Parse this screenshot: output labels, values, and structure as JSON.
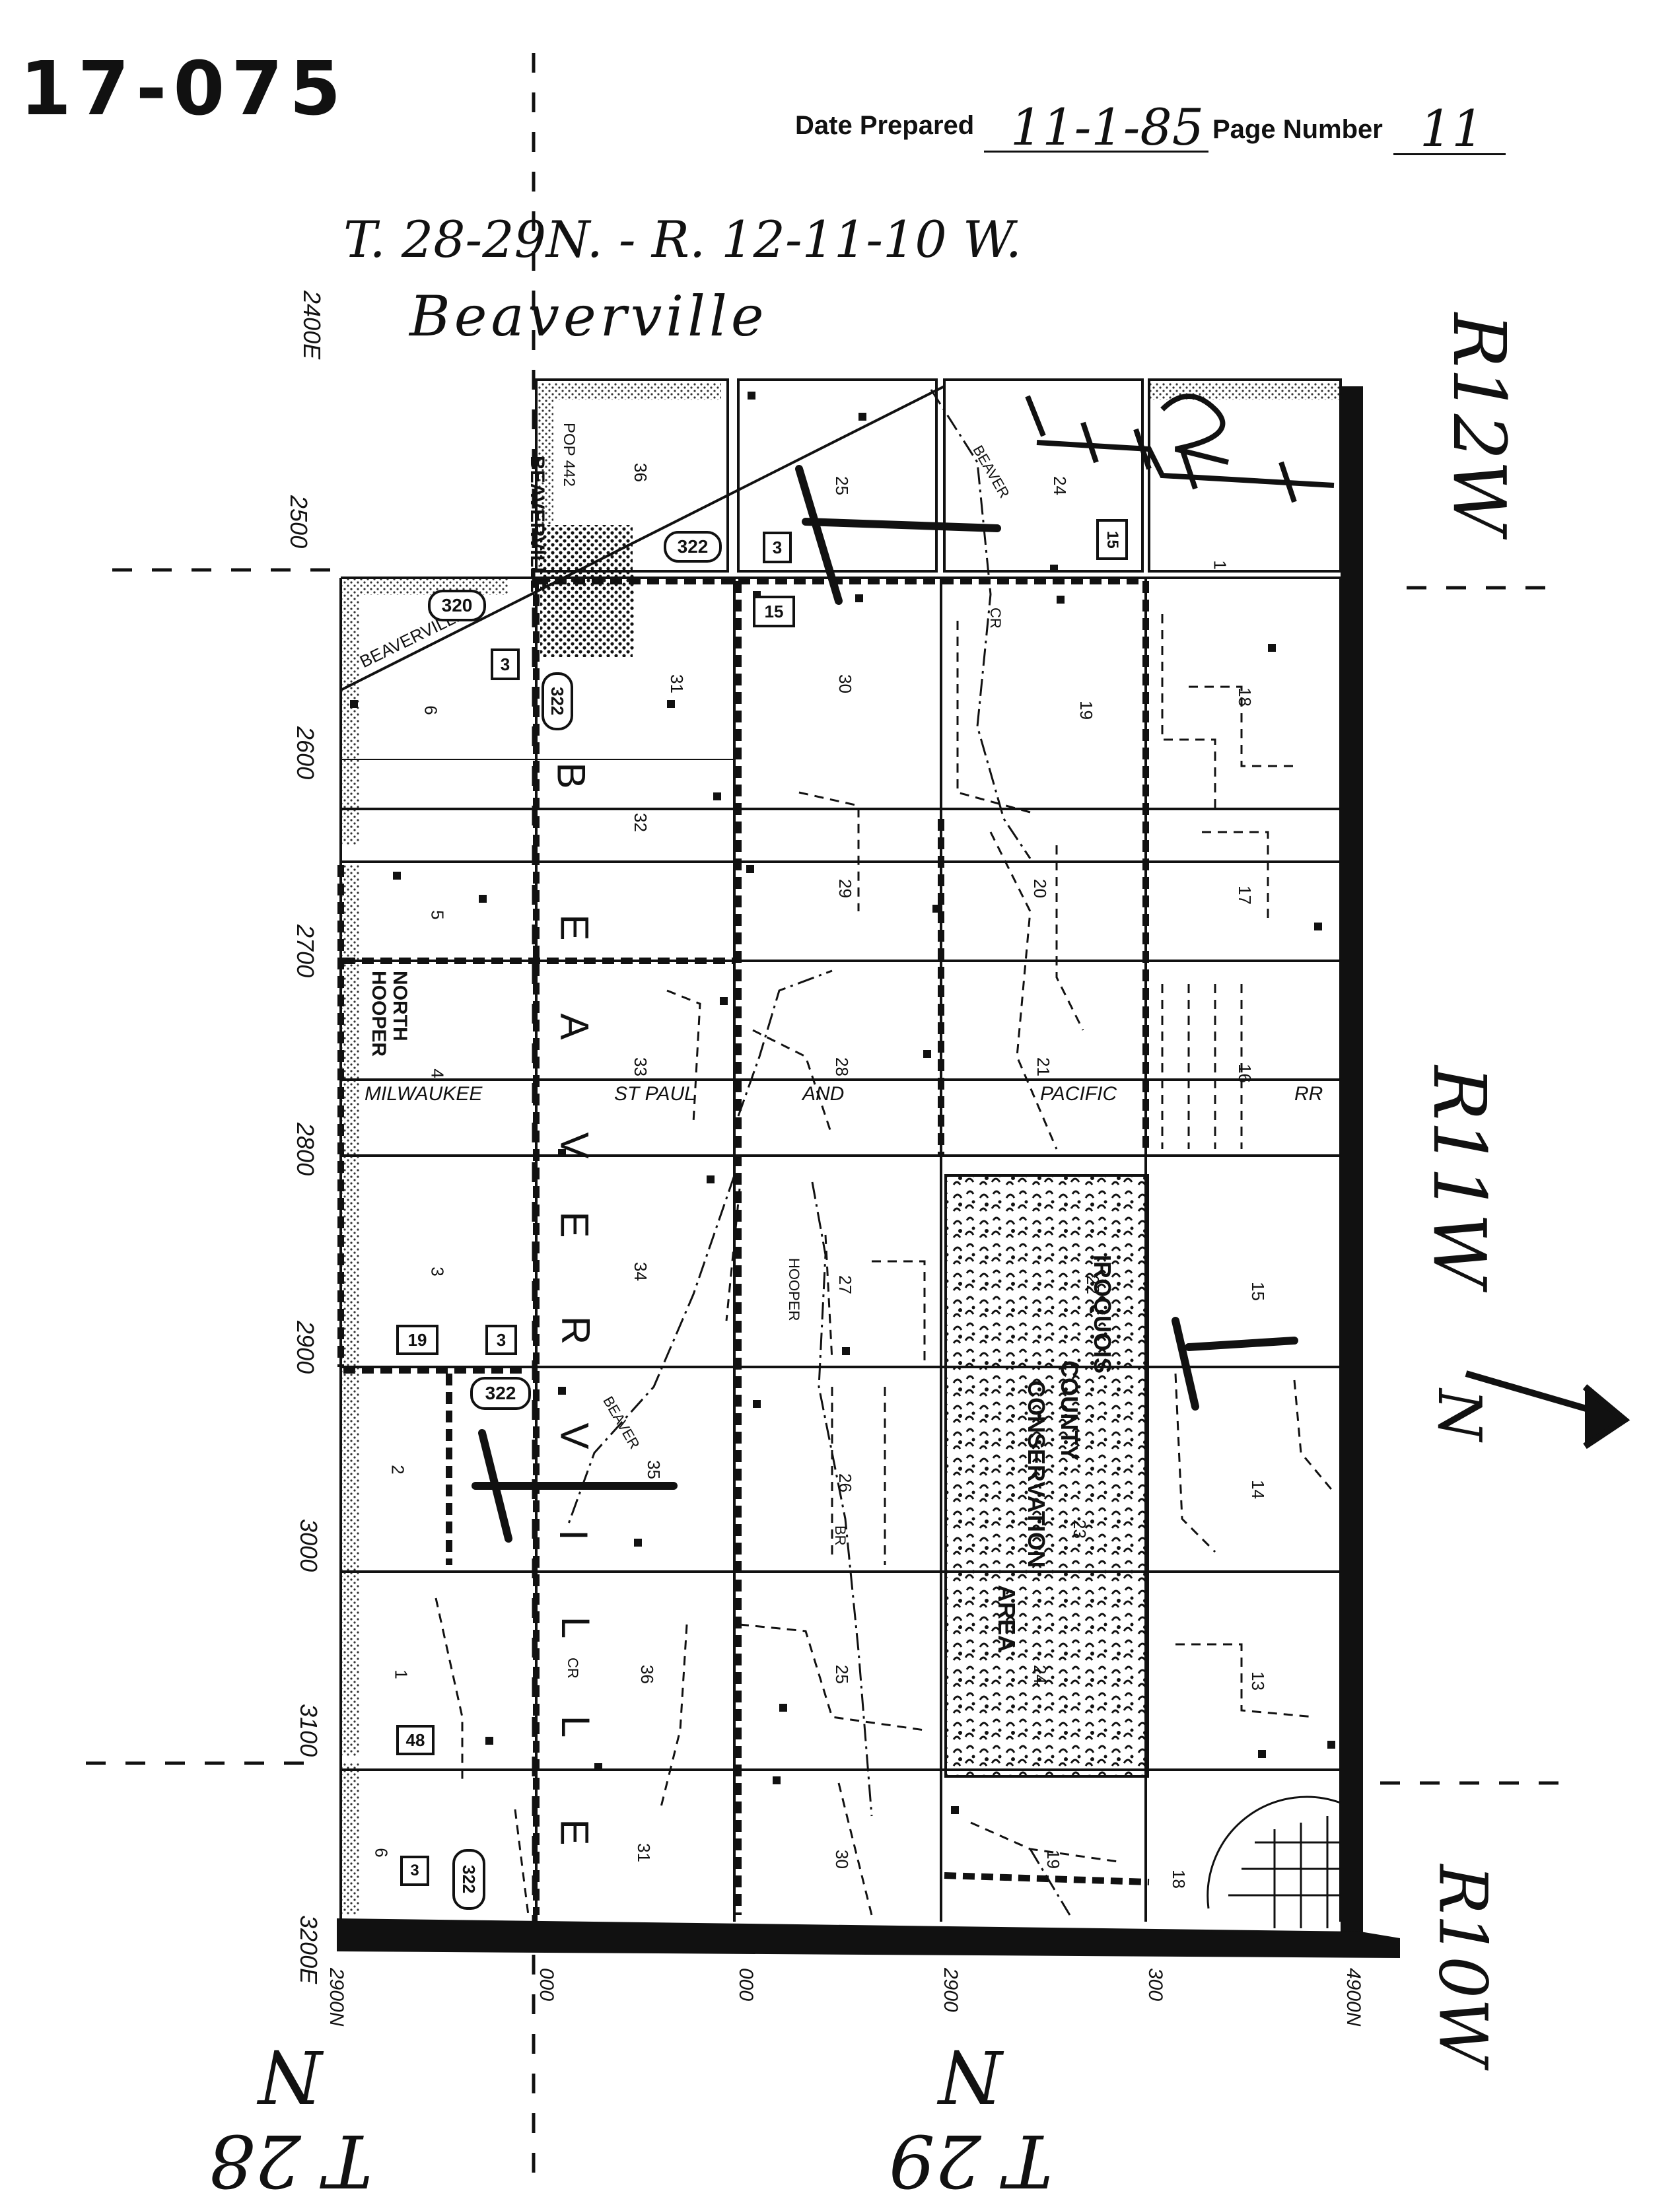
{
  "header": {
    "map_id": "17-075",
    "date_prepared_label": "Date Prepared",
    "date_prepared_value": "11-1-85",
    "page_number_label": "Page Number",
    "page_number_value": "11"
  },
  "annotations": {
    "township_range": "T. 28-29N. - R. 12-11-10 W.",
    "township_name": "Beaverville"
  },
  "range_labels": [
    "R12W",
    "R11W",
    "R10W"
  ],
  "township_labels": [
    "T 28 N",
    "T 29 N"
  ],
  "north_arrow": "N",
  "grid_labels": {
    "left": [
      "2400E",
      "2500",
      "2600",
      "2700",
      "2800",
      "2900",
      "3000",
      "3100",
      "3200E"
    ],
    "bottom": [
      "2900N",
      "000",
      "000",
      "2900",
      "300",
      "4900N"
    ]
  },
  "place_labels": {
    "village": "BEAVERVILLE",
    "village_pop": "POP 442",
    "village_road": "BEAVERVILLE",
    "north_hooper": "NORTH",
    "north_hooper_2": "HOOPER",
    "township_letters": [
      "B",
      "E",
      "A",
      "V",
      "E",
      "R",
      "V",
      "I",
      "L",
      "L",
      "E"
    ],
    "conservation": [
      "IROQUOIS",
      "COUNTY",
      "CONSERVATION",
      "AREA"
    ],
    "railroad": [
      "MILWAUKEE",
      "ST PAUL",
      "AND",
      "PACIFIC",
      "RR"
    ],
    "creeks": [
      "BEAVER",
      "CR",
      "BEAVER",
      "CR",
      "HOOPER",
      "BR"
    ]
  },
  "route_shields": [
    "322",
    "322",
    "322",
    "322",
    "320"
  ],
  "route_boxes": [
    "3",
    "15",
    "15",
    "3",
    "19",
    "3",
    "48",
    "3"
  ],
  "sections": [
    "36",
    "25",
    "24",
    "1",
    "6",
    "31",
    "30",
    "19",
    "18",
    "32",
    "29",
    "20",
    "17",
    "5",
    "33",
    "28",
    "21",
    "16",
    "4",
    "34",
    "27",
    "22",
    "15",
    "3",
    "35",
    "26",
    "23",
    "14",
    "2",
    "36",
    "25",
    "24",
    "13",
    "1",
    "31",
    "30",
    "19",
    "18",
    "6"
  ]
}
